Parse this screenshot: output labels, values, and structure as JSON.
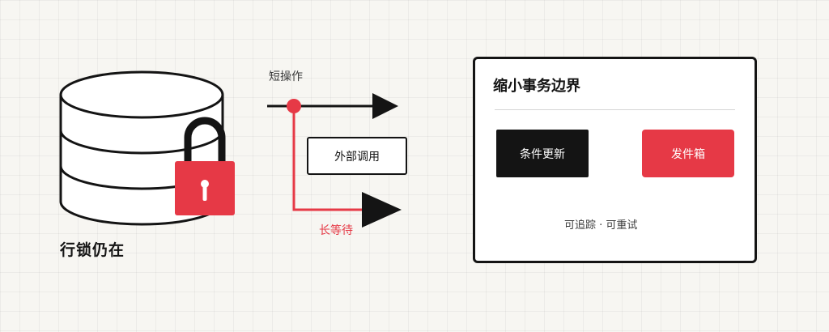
{
  "left": {
    "caption": "行锁仍在"
  },
  "flow": {
    "short_label": "短操作",
    "external_call": "外部调用",
    "long_label": "长等待"
  },
  "boundary": {
    "title": "缩小事务边界",
    "condition_update": "条件更新",
    "outbox": "发件箱",
    "caption": "可追踪 · 可重试"
  },
  "colors": {
    "accent": "#e63946",
    "ink": "#141414",
    "background": "#f7f6f2"
  }
}
